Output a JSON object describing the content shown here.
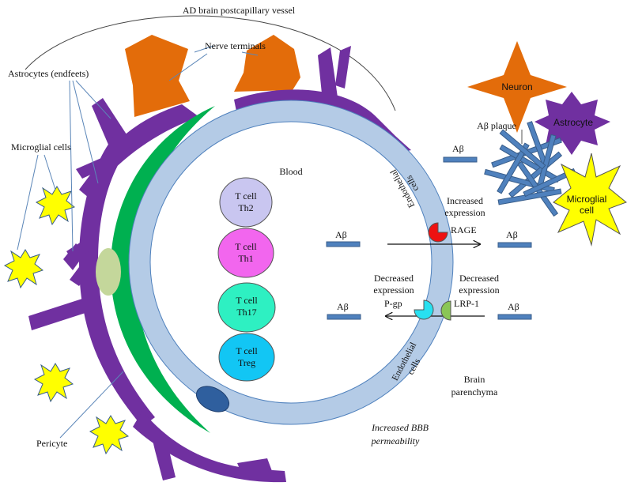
{
  "title": "AD brain postcapillary vessel",
  "labels": {
    "nerve_terminals": "Nerve terminals",
    "astrocytes_endfeet": "Astrocytes (endfeets)",
    "microglial_cells": "Microglial cells",
    "pericyte": "Pericyte",
    "blood": "Blood",
    "endothelial_top_1": "Endothelial",
    "endothelial_top_2": "cells",
    "endothelial_bottom_1": "Endothelial",
    "endothelial_bottom_2": "cells",
    "brain_parenchyma_1": "Brain",
    "brain_parenchyma_2": "parenchyma",
    "bbb_1": "Increased BBB",
    "bbb_2": "permeability",
    "abeta_plaque": "Aβ plaque",
    "abeta": "Aβ"
  },
  "t_cells": [
    {
      "line1": "T cell",
      "line2": "Th2",
      "color": "#c9c6f0"
    },
    {
      "line1": "T cell",
      "line2": "Th1",
      "color": "#f266ee"
    },
    {
      "line1": "T cell",
      "line2": "Th17",
      "color": "#2ef0c2"
    },
    {
      "line1": "T cell",
      "line2": "Treg",
      "color": "#12c6f4"
    }
  ],
  "transporters": {
    "rage": {
      "label": "RAGE",
      "note_1": "Increased",
      "note_2": "expression",
      "color": "#ee1111"
    },
    "pgp": {
      "label": "P-gp",
      "note_1": "Decreased",
      "note_2": "expression",
      "color": "#28e0f0"
    },
    "lrp1": {
      "label": "LRP-1",
      "note_1": "Decreased",
      "note_2": "expression",
      "color": "#8ac656"
    }
  },
  "shapes": {
    "neuron": {
      "label": "Neuron",
      "color": "#e36c0a"
    },
    "astrocyte": {
      "label": "Astrocyte",
      "color": "#7030a0"
    },
    "microglia": {
      "label_1": "Microglial",
      "label_2": "cell",
      "color": "#ffff00"
    }
  },
  "colors": {
    "astrocyte_purple": "#7030a0",
    "nerve_orange": "#e36c0a",
    "pericyte_green": "#00b050",
    "vessel_wall": "#b4cbe6",
    "abeta_bar": "#4f81bd",
    "microglia_yellow": "#ffff00"
  }
}
